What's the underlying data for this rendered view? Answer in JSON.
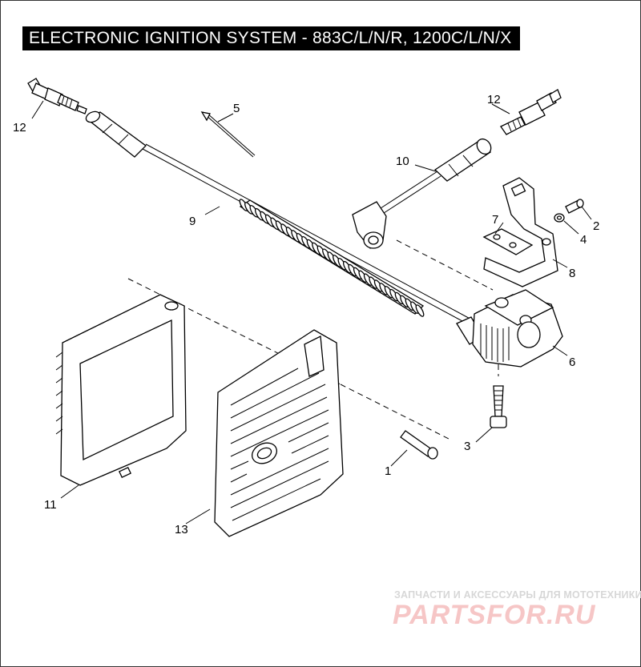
{
  "title": "ELECTRONIC IGNITION SYSTEM - 883C/L/N/R, 1200C/L/N/X",
  "callouts": {
    "c1": "1",
    "c2": "2",
    "c3": "3",
    "c4": "4",
    "c5": "5",
    "c6": "6",
    "c7": "7",
    "c8": "8",
    "c9": "9",
    "c10": "10",
    "c11": "11",
    "c12a": "12",
    "c12b": "12",
    "c13": "13"
  },
  "watermark": {
    "tagline": "ЗАПЧАСТИ И АКСЕССУАРЫ ДЛЯ МОТОТЕХНИКИ",
    "logo": "PARTSFOR.RU"
  },
  "colors": {
    "line": "#000000",
    "title_bg": "#000000",
    "title_text": "#ffffff",
    "watermark_logo": "#f6c6c6"
  }
}
